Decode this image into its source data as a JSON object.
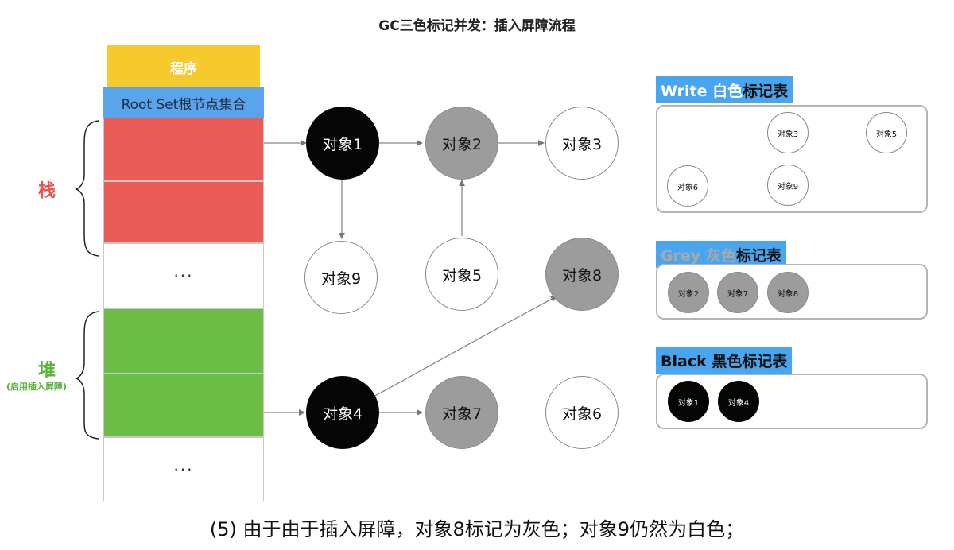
{
  "title": "GC三色标记并发：插入屏障流程",
  "stack": {
    "program": "程序",
    "root_set": "Root Set根节点集合",
    "ellipsis_1": "···",
    "ellipsis_2": "···",
    "stack_label": "栈",
    "heap_label": "堆",
    "heap_sub_label": "(启用插入屏障)"
  },
  "nodes": {
    "n1": "对象1",
    "n2": "对象2",
    "n3": "对象3",
    "n4": "对象4",
    "n5": "对象5",
    "n6": "对象6",
    "n7": "对象7",
    "n8": "对象8",
    "n9": "对象9"
  },
  "node_colors": {
    "n1": "black",
    "n2": "grey",
    "n3": "white",
    "n4": "black",
    "n5": "white",
    "n6": "white",
    "n7": "grey",
    "n8": "grey",
    "n9": "white"
  },
  "edges": [
    [
      "n1",
      "n2"
    ],
    [
      "n2",
      "n3"
    ],
    [
      "n1",
      "n9"
    ],
    [
      "n5",
      "n2"
    ],
    [
      "n4",
      "n7"
    ],
    [
      "n4",
      "n8"
    ]
  ],
  "tables": {
    "white": {
      "title_prefix": "Write 白色",
      "title_suffix": "标记表",
      "items": [
        "对象3",
        "对象5",
        "对象6",
        "对象9"
      ]
    },
    "grey": {
      "title_prefix": "Grey 灰色",
      "title_suffix": "标记表",
      "items": [
        "对象2",
        "对象7",
        "对象8"
      ]
    },
    "black": {
      "title_prefix": "Black 黑色",
      "title_suffix": "标记表",
      "items": [
        "对象1",
        "对象4"
      ]
    }
  },
  "caption": "(5) 由于由于插入屏障，对象8标记为灰色；对象9仍然为白色；",
  "colors": {
    "program": "#f6c92d",
    "root_set": "#5aa4ec",
    "stack": "#ea5b56",
    "heap": "#6bbd45",
    "grey_node": "#9c9c9c",
    "table_header": "#4aa5ef"
  }
}
